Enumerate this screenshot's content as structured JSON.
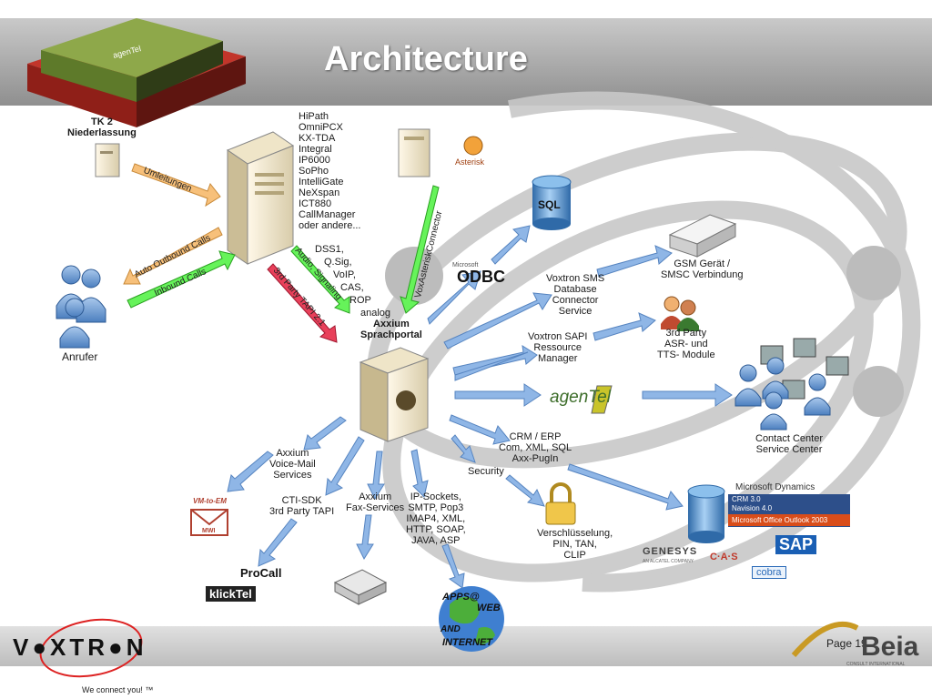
{
  "slide": {
    "title": "Architecture",
    "page_label": "Page 19",
    "slogan": "We connect you! ™",
    "brand_left": "V●XTR●N",
    "brand_right": "Beia",
    "brand_right_sub": "CONSULT INTERNATIONAL"
  },
  "left": {
    "tk2": [
      "TK 2",
      "Niederlassung"
    ],
    "pbx_list": [
      "HiPath",
      "OmniPCX",
      "KX-TDA",
      "Integral",
      "IP6000",
      "SoPho",
      "IntelliGate",
      "NeXspan",
      "ICT880",
      "CallManager",
      "oder andere..."
    ],
    "protocols": [
      "DSS1,",
      "Q.Sig,",
      "VoIP,",
      "CAS,",
      "ROP",
      "analog"
    ],
    "caller": "Anrufer",
    "asterisk": "Asterisk"
  },
  "arrows": {
    "umleitungen": "Umleitungen",
    "auto_outbound": "Auto Outbound Calls",
    "inbound": "Inbound Calls",
    "audio_signaling": "Audio, Signaling",
    "tapi": "3rd Party TAPI 2.1",
    "asterisk_connector": "VoxAsteriskConnector"
  },
  "center": {
    "odbc_ms": "Microsoft",
    "odbc": "ODBC",
    "sql": "SQL",
    "portal": [
      "Axxium",
      "Sprachportal"
    ]
  },
  "right": {
    "sms": [
      "Voxtron SMS",
      "Database",
      "Connector",
      "Service"
    ],
    "gsm": [
      "GSM Gerät /",
      "SMSC Verbindung"
    ],
    "sapi": [
      "Voxtron SAPI",
      "Ressource",
      "Manager"
    ],
    "asr": [
      "3rd Party",
      "ASR- und",
      "TTS- Module"
    ],
    "agentel": "agenTel",
    "contact": [
      "Contact Center",
      "Service Center"
    ],
    "crm": [
      "CRM / ERP",
      "Com, XML, SQL",
      "Axx-PugIn"
    ],
    "security": "Security",
    "encryption": [
      "Verschlüsselung,",
      "PIN, TAN,",
      "CLIP"
    ],
    "msdyn": "Microsoft Dynamics",
    "msdyn_items": [
      "CRM 3.0",
      "Navision 4.0",
      "Microsoft Office Outlook 2003"
    ],
    "genesys": "GENESYS",
    "genesys_sub": "AN ALCATEL COMPANY",
    "cas": "C·A·S",
    "sap": "SAP",
    "cobra": "cobra"
  },
  "bottom": {
    "voicemail": [
      "Axxium",
      "Voice-Mail",
      "Services"
    ],
    "vmtoem": [
      "VM-to-EM",
      "MWI"
    ],
    "cti": [
      "CTI-SDK",
      "3rd Party TAPI"
    ],
    "procall": "ProCall",
    "klicktel": "klickTel",
    "fax": [
      "Axxium",
      "Fax-Services"
    ],
    "ip": [
      "IP-Sockets,",
      "SMTP, Pop3",
      "IMAP4, XML,",
      "HTTP, SOAP,",
      "JAVA, ASP"
    ],
    "apps": [
      "APPS@",
      "WEB",
      "AND",
      "INTERNET"
    ]
  }
}
